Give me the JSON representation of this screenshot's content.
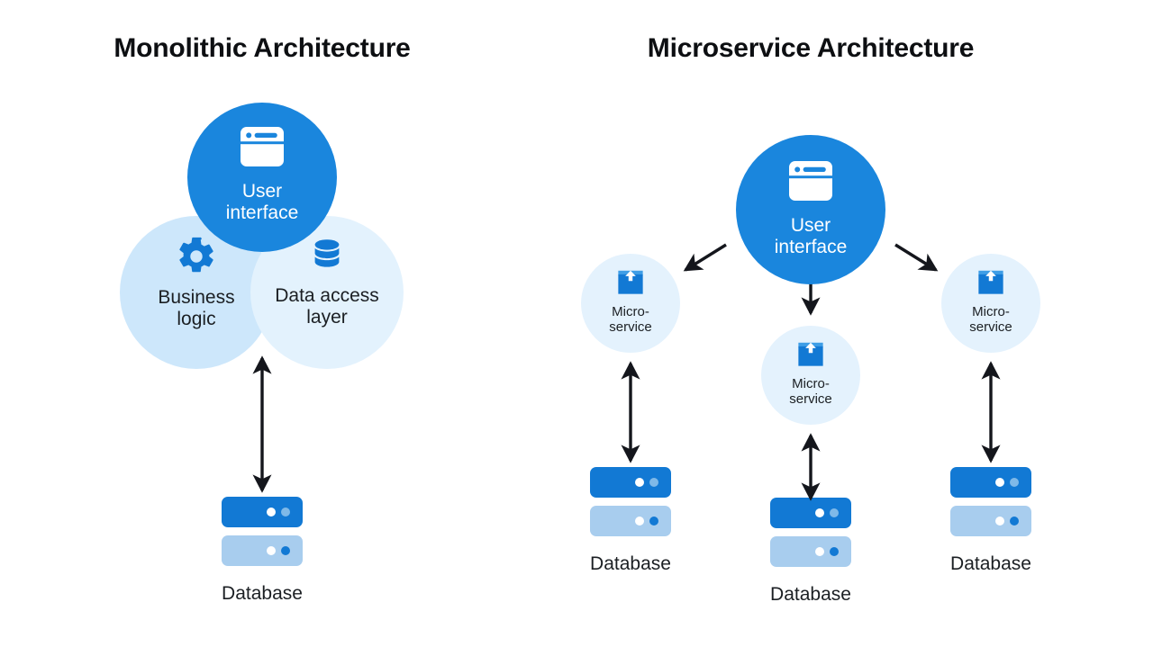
{
  "panels": [
    {
      "id": "monolithic",
      "title": "Monolithic Architecture",
      "nodes": [
        {
          "id": "mono-ui",
          "label": "User\ninterface",
          "icon": "browser-window-icon",
          "fill": "#1a86dd",
          "text": "#ffffff"
        },
        {
          "id": "mono-bl",
          "label": "Business\nlogic",
          "icon": "gear-icon",
          "fill": "#cde7fb",
          "text": "#1b1f23"
        },
        {
          "id": "mono-dal",
          "label": "Data access\nlayer",
          "icon": "database-cylinder-icon",
          "fill": "#e3f2fd",
          "text": "#1b1f23"
        }
      ],
      "databases": [
        {
          "id": "mono-db",
          "caption": "Database"
        }
      ],
      "connectors": [
        {
          "from": "monolith-stack",
          "to": "mono-db",
          "style": "double-headed-vertical-arrow"
        }
      ]
    },
    {
      "id": "microservice",
      "title": "Microservice Architecture",
      "nodes": [
        {
          "id": "micro-ui",
          "label": "User\ninterface",
          "icon": "browser-window-icon",
          "fill": "#1a86dd",
          "text": "#ffffff"
        },
        {
          "id": "ms-left",
          "label": "Micro-\nservice",
          "icon": "package-box-icon",
          "fill": "#e4f2fd",
          "text": "#1b1f23"
        },
        {
          "id": "ms-center",
          "label": "Micro-\nservice",
          "icon": "package-box-icon",
          "fill": "#e4f2fd",
          "text": "#1b1f23"
        },
        {
          "id": "ms-right",
          "label": "Micro-\nservice",
          "icon": "package-box-icon",
          "fill": "#e4f2fd",
          "text": "#1b1f23"
        }
      ],
      "databases": [
        {
          "id": "ms-db-left",
          "caption": "Database"
        },
        {
          "id": "ms-db-center",
          "caption": "Database"
        },
        {
          "id": "ms-db-right",
          "caption": "Database"
        }
      ],
      "connectors": [
        {
          "from": "micro-ui",
          "to": "ms-left",
          "style": "single-headed-diagonal-arrow"
        },
        {
          "from": "micro-ui",
          "to": "ms-center",
          "style": "single-headed-vertical-arrow"
        },
        {
          "from": "micro-ui",
          "to": "ms-right",
          "style": "single-headed-diagonal-arrow"
        },
        {
          "from": "ms-left",
          "to": "ms-db-left",
          "style": "double-headed-vertical-arrow"
        },
        {
          "from": "ms-center",
          "to": "ms-db-center",
          "style": "double-headed-vertical-arrow"
        },
        {
          "from": "ms-right",
          "to": "ms-db-right",
          "style": "double-headed-vertical-arrow"
        }
      ]
    }
  ],
  "colors": {
    "primary_blue": "#1a86dd",
    "server_dark": "#1279d4",
    "server_light": "#a8cdee",
    "circle_light": "#e3f2fd",
    "circle_mid": "#cde7fb",
    "arrow": "#14161c",
    "background": "#ffffff",
    "text": "#1b1f23"
  },
  "icons": {
    "browser_window": "browser-window-icon",
    "gear": "gear-icon",
    "database_cylinder": "database-cylinder-icon",
    "package_box": "package-box-icon",
    "server_rack": "server-rack-icon"
  }
}
